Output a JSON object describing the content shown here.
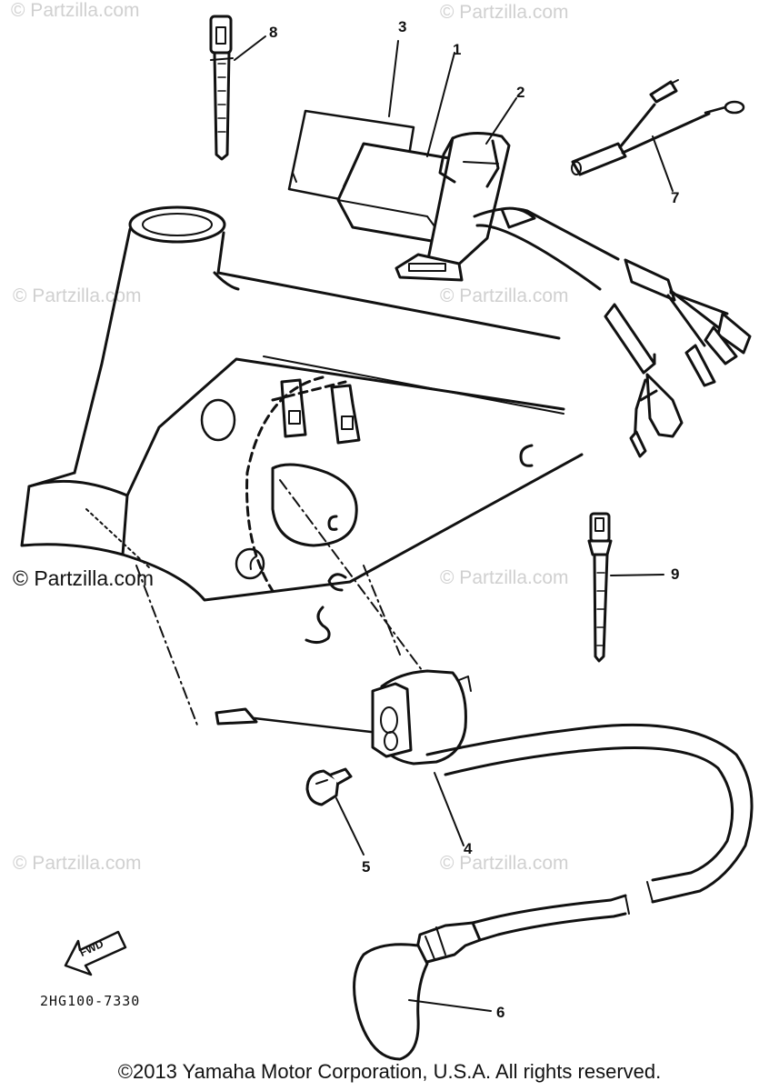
{
  "watermarks": {
    "faint": [
      "© Partzilla.com",
      "© Partzilla.com",
      "© Partzilla.com",
      "© Partzilla.com",
      "© Partzilla.com",
      "© Partzilla.com",
      "© Partzilla.com"
    ],
    "prominent": "© Partzilla.com"
  },
  "callouts": {
    "c1": "1",
    "c2": "2",
    "c3": "3",
    "c4": "4",
    "c5": "5",
    "c6": "6",
    "c7": "7",
    "c8": "8",
    "c9": "9"
  },
  "fwd_label": "FWD",
  "diagram_code": "2HG100-7330",
  "copyright": "©2013 Yamaha Motor Corporation, U.S.A. All rights reserved."
}
